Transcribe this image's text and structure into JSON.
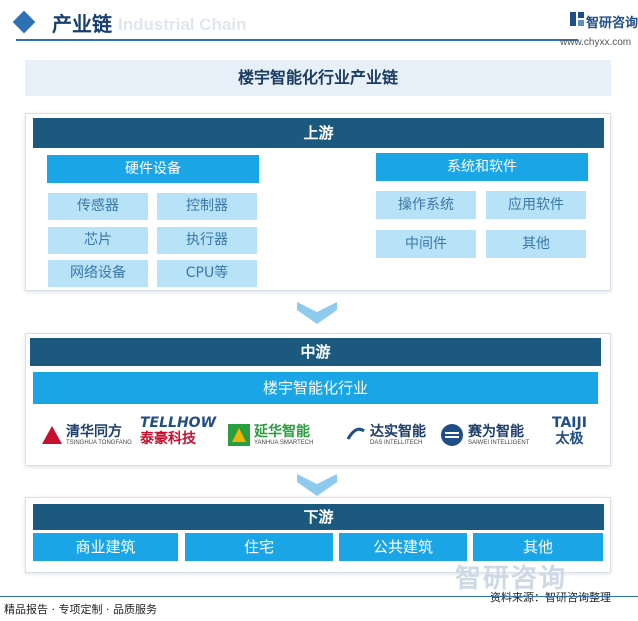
{
  "header": {
    "title": "产业链",
    "subtitle_en": "Industrial Chain",
    "brand_name": "智研咨询",
    "brand_url": "www.chyxx.com"
  },
  "banner": {
    "title": "楼宇智能化行业产业链"
  },
  "upstream": {
    "label": "上游",
    "hardware": {
      "label": "硬件设备",
      "items": [
        "传感器",
        "控制器",
        "芯片",
        "执行器",
        "网络设备",
        "CPU等"
      ]
    },
    "software": {
      "label": "系统和软件",
      "items": [
        "操作系统",
        "应用软件",
        "中间件",
        "其他"
      ]
    }
  },
  "midstream": {
    "label": "中游",
    "industry": "楼宇智能化行业",
    "companies": [
      {
        "cn": "清华同方",
        "en": "TSINGHUA TONGFANG"
      },
      {
        "cn": "泰豪科技",
        "en": "TELLHOW"
      },
      {
        "cn": "延华智能",
        "en": "YANHUA SMARTECH"
      },
      {
        "cn": "达实智能",
        "en": "DAS INTELLITECH"
      },
      {
        "cn": "赛为智能",
        "en": "SAIWEI INTELLIGENT"
      },
      {
        "cn": "太极",
        "en": "TAIJI"
      }
    ]
  },
  "downstream": {
    "label": "下游",
    "items": [
      "商业建筑",
      "住宅",
      "公共建筑",
      "其他"
    ]
  },
  "footer": {
    "left": "精品报告 · 专项定制 · 品质服务",
    "source": "资料来源：智研咨询整理",
    "watermark": "智研咨询"
  },
  "colors": {
    "stage_head": "#1b5a7e",
    "category": "#1aa6e6",
    "item": "#b8e2f8",
    "accent": "#2f6fb3"
  }
}
